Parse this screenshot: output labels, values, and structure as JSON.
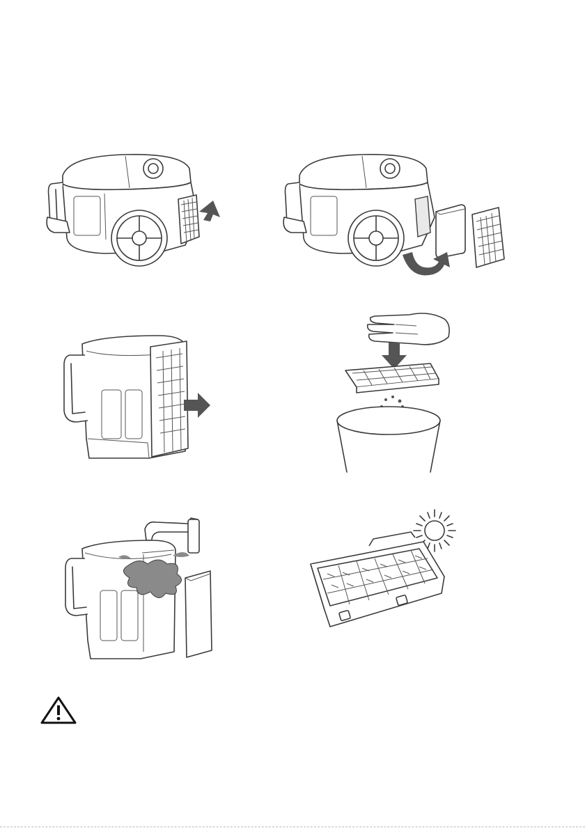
{
  "figures": [
    {
      "id": "step-1",
      "icon": "vacuum-cleaner-icon",
      "caption": ""
    },
    {
      "id": "step-2",
      "icon": "vacuum-filter-removed-icon",
      "caption": ""
    },
    {
      "id": "step-3",
      "icon": "dust-container-icon",
      "caption": ""
    },
    {
      "id": "step-4",
      "icon": "tap-filter-over-bin-icon",
      "caption": ""
    },
    {
      "id": "step-5",
      "icon": "rinse-container-under-tap-icon",
      "caption": ""
    },
    {
      "id": "step-6",
      "icon": "dry-filter-in-sun-icon",
      "caption": ""
    }
  ],
  "warning": {
    "icon": "warning-triangle-icon",
    "text": ""
  },
  "colors": {
    "line": "#3a3a3a",
    "arrow": "#555555",
    "stain": "#8a8a8a"
  }
}
